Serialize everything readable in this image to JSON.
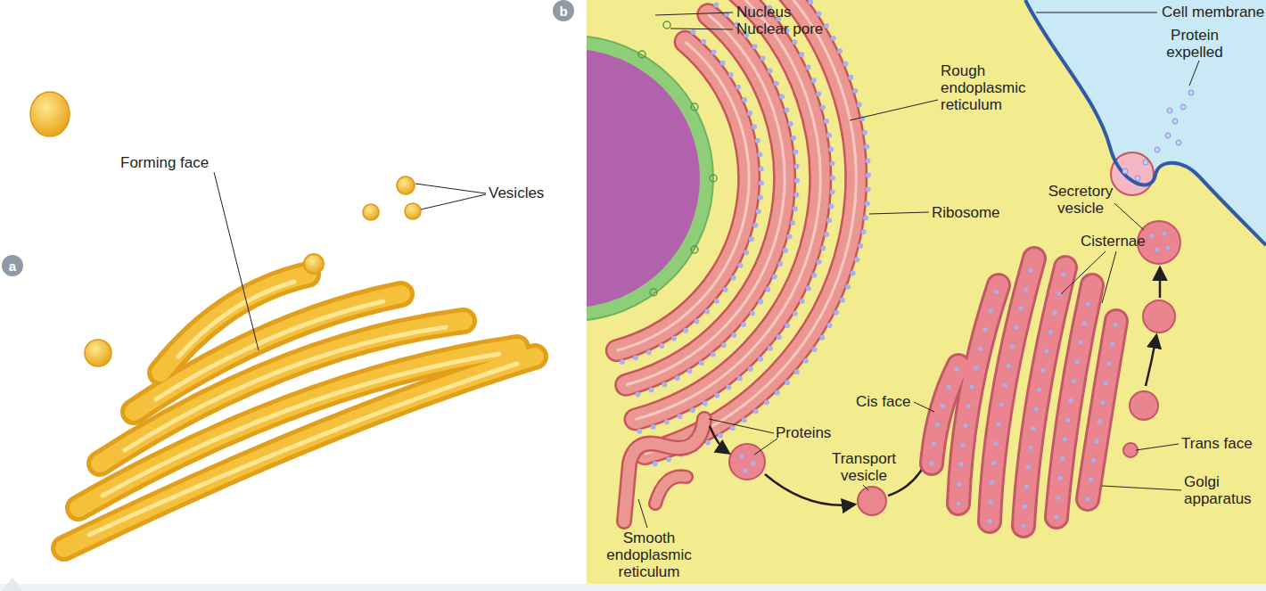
{
  "diagram": {
    "nodes": [
      {
        "text": [
          "a"
        ]
      },
      {
        "text": [
          "b"
        ]
      }
    ],
    "labels": [
      "Vesicles",
      "Forming face",
      "Nucleus",
      "Nuclear pore",
      "Rough endoplasmic reticulum",
      "Cell membrane",
      "Protein expelled",
      "Ribosome",
      "Secretory vesicle",
      "Cisternae",
      "Cis face",
      "Trans face",
      "Golgi apparatus",
      "Proteins",
      "Transport vesicle",
      "Smooth endoplasmic reticulum"
    ]
  }
}
